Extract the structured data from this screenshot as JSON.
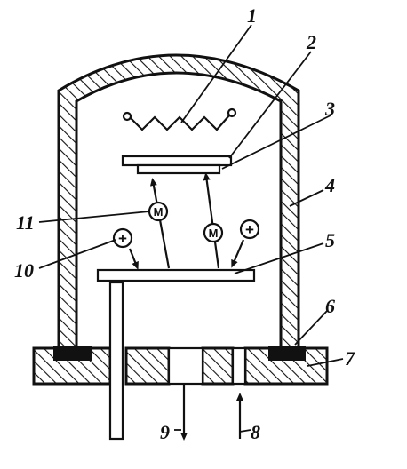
{
  "labels": {
    "l1": "1",
    "l2": "2",
    "l3": "3",
    "l4": "4",
    "l5": "5",
    "l6": "6",
    "l7": "7",
    "l8": "8",
    "l9": "9",
    "l10": "10",
    "l11": "11"
  },
  "symbols": {
    "molecule": "M",
    "ion": "+"
  },
  "colors": {
    "ink": "#111111",
    "paper": "#ffffff"
  }
}
